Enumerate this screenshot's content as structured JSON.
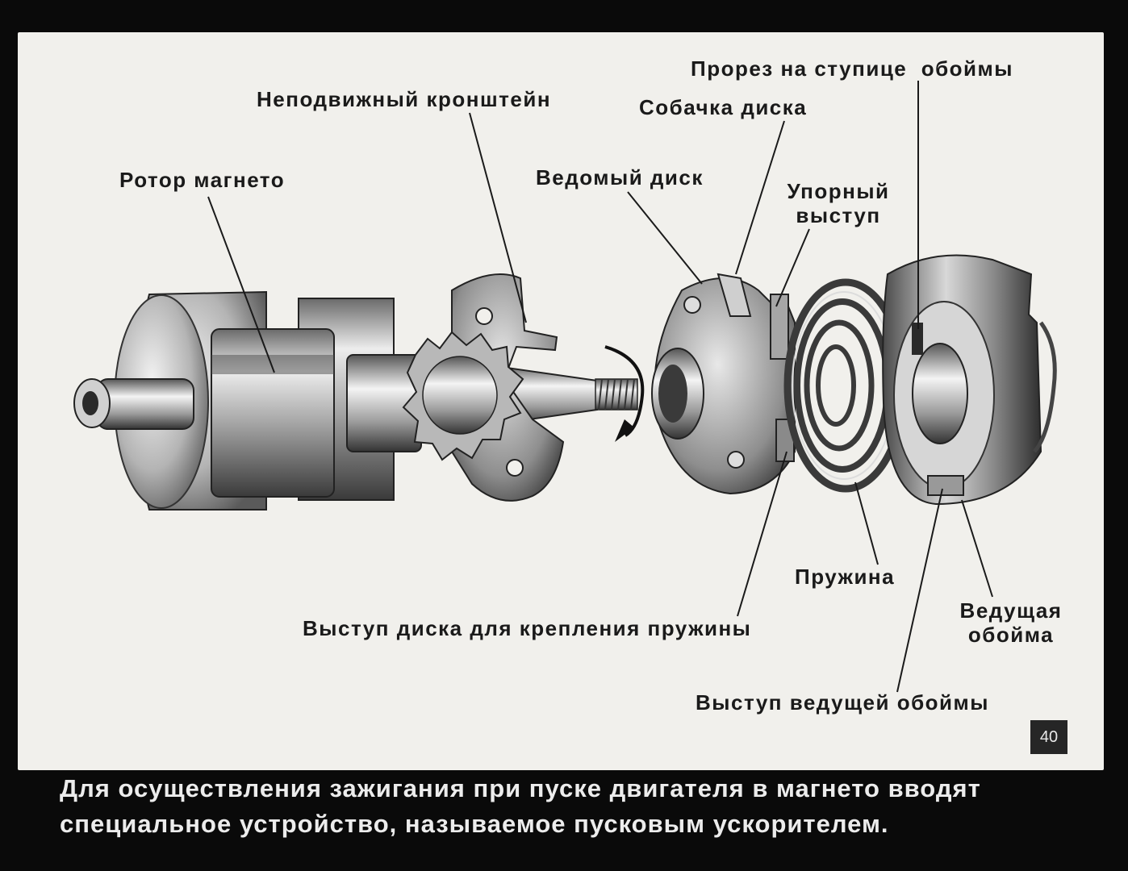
{
  "labels": {
    "rotor": "Ротор магнето",
    "bracket": "Неподвижный кронштейн",
    "driven_disc": "Ведомый диск",
    "disc_dog": "Собачка диска",
    "hub_slot": "Прорез на ступице  обоймы",
    "stop_lug_line1": "Упорный",
    "stop_lug_line2": "выступ",
    "spring": "Пружина",
    "drive_cage_line1": "Ведущая",
    "drive_cage_line2": "обойма",
    "disc_lug": "Выступ диска для крепления пружины",
    "cage_lug": "Выступ ведущей обоймы"
  },
  "slide_number": "40",
  "caption": {
    "line1": "Для осуществления  зажигания  при  пуске  двигателя  в  магнето  вводят",
    "line2": "специальное  устройство,  называемое  пусковым  ускорителем."
  },
  "colors": {
    "background": "#0a0a0a",
    "slide": "#f1f0ec",
    "metal_light": "#e4e4e4",
    "metal_mid": "#9a9a9a",
    "metal_dark": "#3c3c3c",
    "ink": "#1a1a1a"
  }
}
